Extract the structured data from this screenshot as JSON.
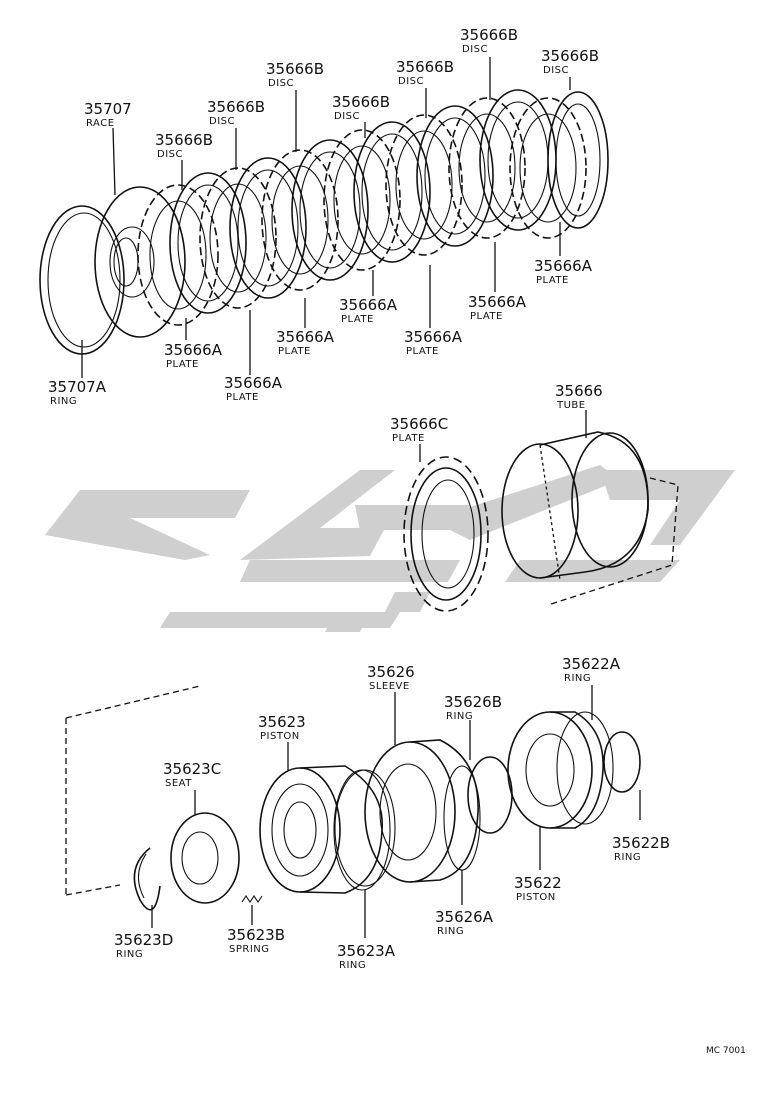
{
  "watermark_color": "#cfcfcf",
  "line_color": "#111111",
  "diagram_code": "MC 7001",
  "parts": [
    {
      "id": "p35707",
      "number": "35707",
      "name": "RACE"
    },
    {
      "id": "p35707A",
      "number": "35707A",
      "name": "RING"
    },
    {
      "id": "p35666B_1",
      "number": "35666B",
      "name": "DISC"
    },
    {
      "id": "p35666B_2",
      "number": "35666B",
      "name": "DISC"
    },
    {
      "id": "p35666B_3",
      "number": "35666B",
      "name": "DISC"
    },
    {
      "id": "p35666B_4",
      "number": "35666B",
      "name": "DISC"
    },
    {
      "id": "p35666B_5",
      "number": "35666B",
      "name": "DISC"
    },
    {
      "id": "p35666B_6",
      "number": "35666B",
      "name": "DISC"
    },
    {
      "id": "p35666B_7",
      "number": "35666B",
      "name": "DISC"
    },
    {
      "id": "p35666A_1",
      "number": "35666A",
      "name": "PLATE"
    },
    {
      "id": "p35666A_2",
      "number": "35666A",
      "name": "PLATE"
    },
    {
      "id": "p35666A_3",
      "number": "35666A",
      "name": "PLATE"
    },
    {
      "id": "p35666A_4",
      "number": "35666A",
      "name": "PLATE"
    },
    {
      "id": "p35666A_5",
      "number": "35666A",
      "name": "PLATE"
    },
    {
      "id": "p35666A_6",
      "number": "35666A",
      "name": "PLATE"
    },
    {
      "id": "p35666A_7",
      "number": "35666A",
      "name": "PLATE"
    },
    {
      "id": "p35666",
      "number": "35666",
      "name": "TUBE"
    },
    {
      "id": "p35666C",
      "number": "35666C",
      "name": "PLATE"
    },
    {
      "id": "p35626",
      "number": "35626",
      "name": "SLEEVE"
    },
    {
      "id": "p35622A",
      "number": "35622A",
      "name": "RING"
    },
    {
      "id": "p35626B",
      "number": "35626B",
      "name": "RING"
    },
    {
      "id": "p35623",
      "number": "35623",
      "name": "PISTON"
    },
    {
      "id": "p35623C",
      "number": "35623C",
      "name": "SEAT"
    },
    {
      "id": "p35622B",
      "number": "35622B",
      "name": "RING"
    },
    {
      "id": "p35622",
      "number": "35622",
      "name": "PISTON"
    },
    {
      "id": "p35626A",
      "number": "35626A",
      "name": "RING"
    },
    {
      "id": "p35623D",
      "number": "35623D",
      "name": "RING"
    },
    {
      "id": "p35623B",
      "number": "35623B",
      "name": "SPRING"
    },
    {
      "id": "p35623A",
      "number": "35623A",
      "name": "RING"
    }
  ]
}
